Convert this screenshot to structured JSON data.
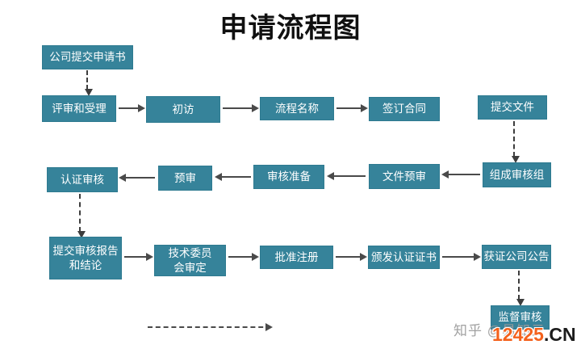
{
  "title": "申请流程图",
  "nodes": [
    {
      "id": "company-submit-application",
      "label": "公司提交申请书"
    },
    {
      "id": "review-and-acceptance",
      "label": "评审和受理"
    },
    {
      "id": "initial-visit",
      "label": "初访"
    },
    {
      "id": "process-name",
      "label": "流程名称"
    },
    {
      "id": "sign-contract",
      "label": "签订合同"
    },
    {
      "id": "submit-documents",
      "label": "提交文件"
    },
    {
      "id": "certification-audit",
      "label": "认证审核"
    },
    {
      "id": "pre-audit",
      "label": "预审"
    },
    {
      "id": "audit-preparation",
      "label": "审核准备"
    },
    {
      "id": "document-pre-review",
      "label": "文件预审"
    },
    {
      "id": "form-audit-team",
      "label": "组成审核组"
    },
    {
      "id": "submit-audit-report-and-conclusion",
      "label": "提交审核报告\n和结论"
    },
    {
      "id": "technical-committee-review",
      "label": "技术委员\n会审定"
    },
    {
      "id": "approve-registration",
      "label": "批准注册"
    },
    {
      "id": "issue-certification-certificate",
      "label": "颁发认证证书"
    },
    {
      "id": "certified-company-announcement",
      "label": "获证公司公告"
    },
    {
      "id": "supervision-audit",
      "label": "监督审核"
    }
  ],
  "edges": [
    {
      "from": "公司提交申请书",
      "to": "评审和受理",
      "style": "dashed"
    },
    {
      "from": "评审和受理",
      "to": "初访",
      "style": "solid"
    },
    {
      "from": "初访",
      "to": "流程名称",
      "style": "solid"
    },
    {
      "from": "流程名称",
      "to": "签订合同",
      "style": "solid"
    },
    {
      "from": "提交文件",
      "to": "组成审核组",
      "style": "dashed"
    },
    {
      "from": "组成审核组",
      "to": "文件预审",
      "style": "solid"
    },
    {
      "from": "文件预审",
      "to": "审核准备",
      "style": "solid"
    },
    {
      "from": "审核准备",
      "to": "预审",
      "style": "solid"
    },
    {
      "from": "预审",
      "to": "认证审核",
      "style": "solid"
    },
    {
      "from": "认证审核",
      "to": "提交审核报告和结论",
      "style": "dashed"
    },
    {
      "from": "提交审核报告和结论",
      "to": "技术委员会审定",
      "style": "solid"
    },
    {
      "from": "技术委员会审定",
      "to": "批准注册",
      "style": "solid"
    },
    {
      "from": "批准注册",
      "to": "颁发认证证书",
      "style": "solid"
    },
    {
      "from": "颁发认证证书",
      "to": "获证公司公告",
      "style": "solid"
    },
    {
      "from": "获证公司公告",
      "to": "监督审核",
      "style": "dashed"
    }
  ],
  "colors": {
    "node_fill": "#36839a",
    "node_border": "#2e7a90",
    "node_text": "#ffffff",
    "arrow": "#4a4a4a",
    "watermark_grey": "#9a9a9a",
    "watermark_orange": "#f4611c",
    "watermark_dark": "#1c1c1c"
  },
  "watermark": {
    "zhihu": "知乎 @易知云",
    "site_number": "12425",
    "site_suffix": ".CN"
  }
}
